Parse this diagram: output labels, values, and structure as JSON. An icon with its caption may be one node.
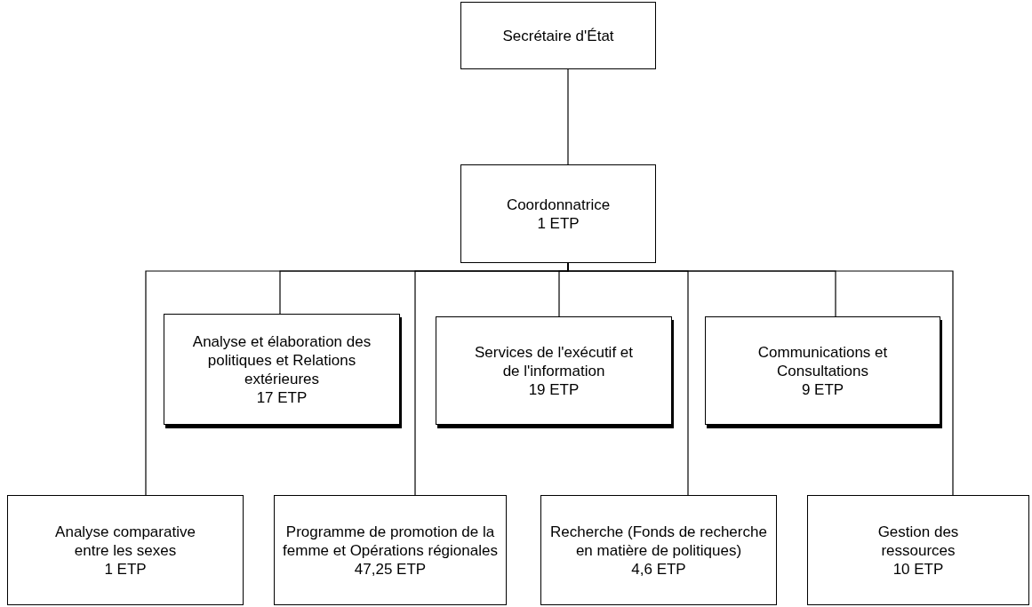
{
  "diagram": {
    "nodes": [
      {
        "text": [
          "Secrétaire d'État"
        ]
      },
      {
        "text": [
          "Coordonnatrice",
          "1 ETP"
        ]
      },
      {
        "text": [
          "Analyse et élaboration des politiques et Relations extérieures",
          "17 ETP"
        ]
      },
      {
        "text": [
          "Services de l'exécutif et de l'information",
          "19 ETP"
        ]
      },
      {
        "text": [
          "Communications et Consultations",
          "9 ETP"
        ]
      },
      {
        "text": [
          "Analyse comparative entre les sexes",
          "1 ETP"
        ]
      },
      {
        "text": [
          "Programme de promotion de la femme et Opérations régionales",
          "47,25 ETP"
        ]
      },
      {
        "text": [
          "Recherche (Fonds de recherche en matière de politiques)",
          "4,6 ETP"
        ]
      },
      {
        "text": [
          "Gestion des ressources",
          "10 ETP"
        ]
      }
    ],
    "edges": [
      {
        "from": 0,
        "to": 1,
        "arrow": "none"
      },
      {
        "from": 1,
        "to": 2,
        "arrow": "none"
      },
      {
        "from": 1,
        "to": 3,
        "arrow": "none"
      },
      {
        "from": 1,
        "to": 4,
        "arrow": "none"
      },
      {
        "from": 1,
        "to": 5,
        "arrow": "none"
      },
      {
        "from": 1,
        "to": 6,
        "arrow": "none"
      },
      {
        "from": 1,
        "to": 7,
        "arrow": "none"
      },
      {
        "from": 1,
        "to": 8,
        "arrow": "none"
      }
    ]
  }
}
